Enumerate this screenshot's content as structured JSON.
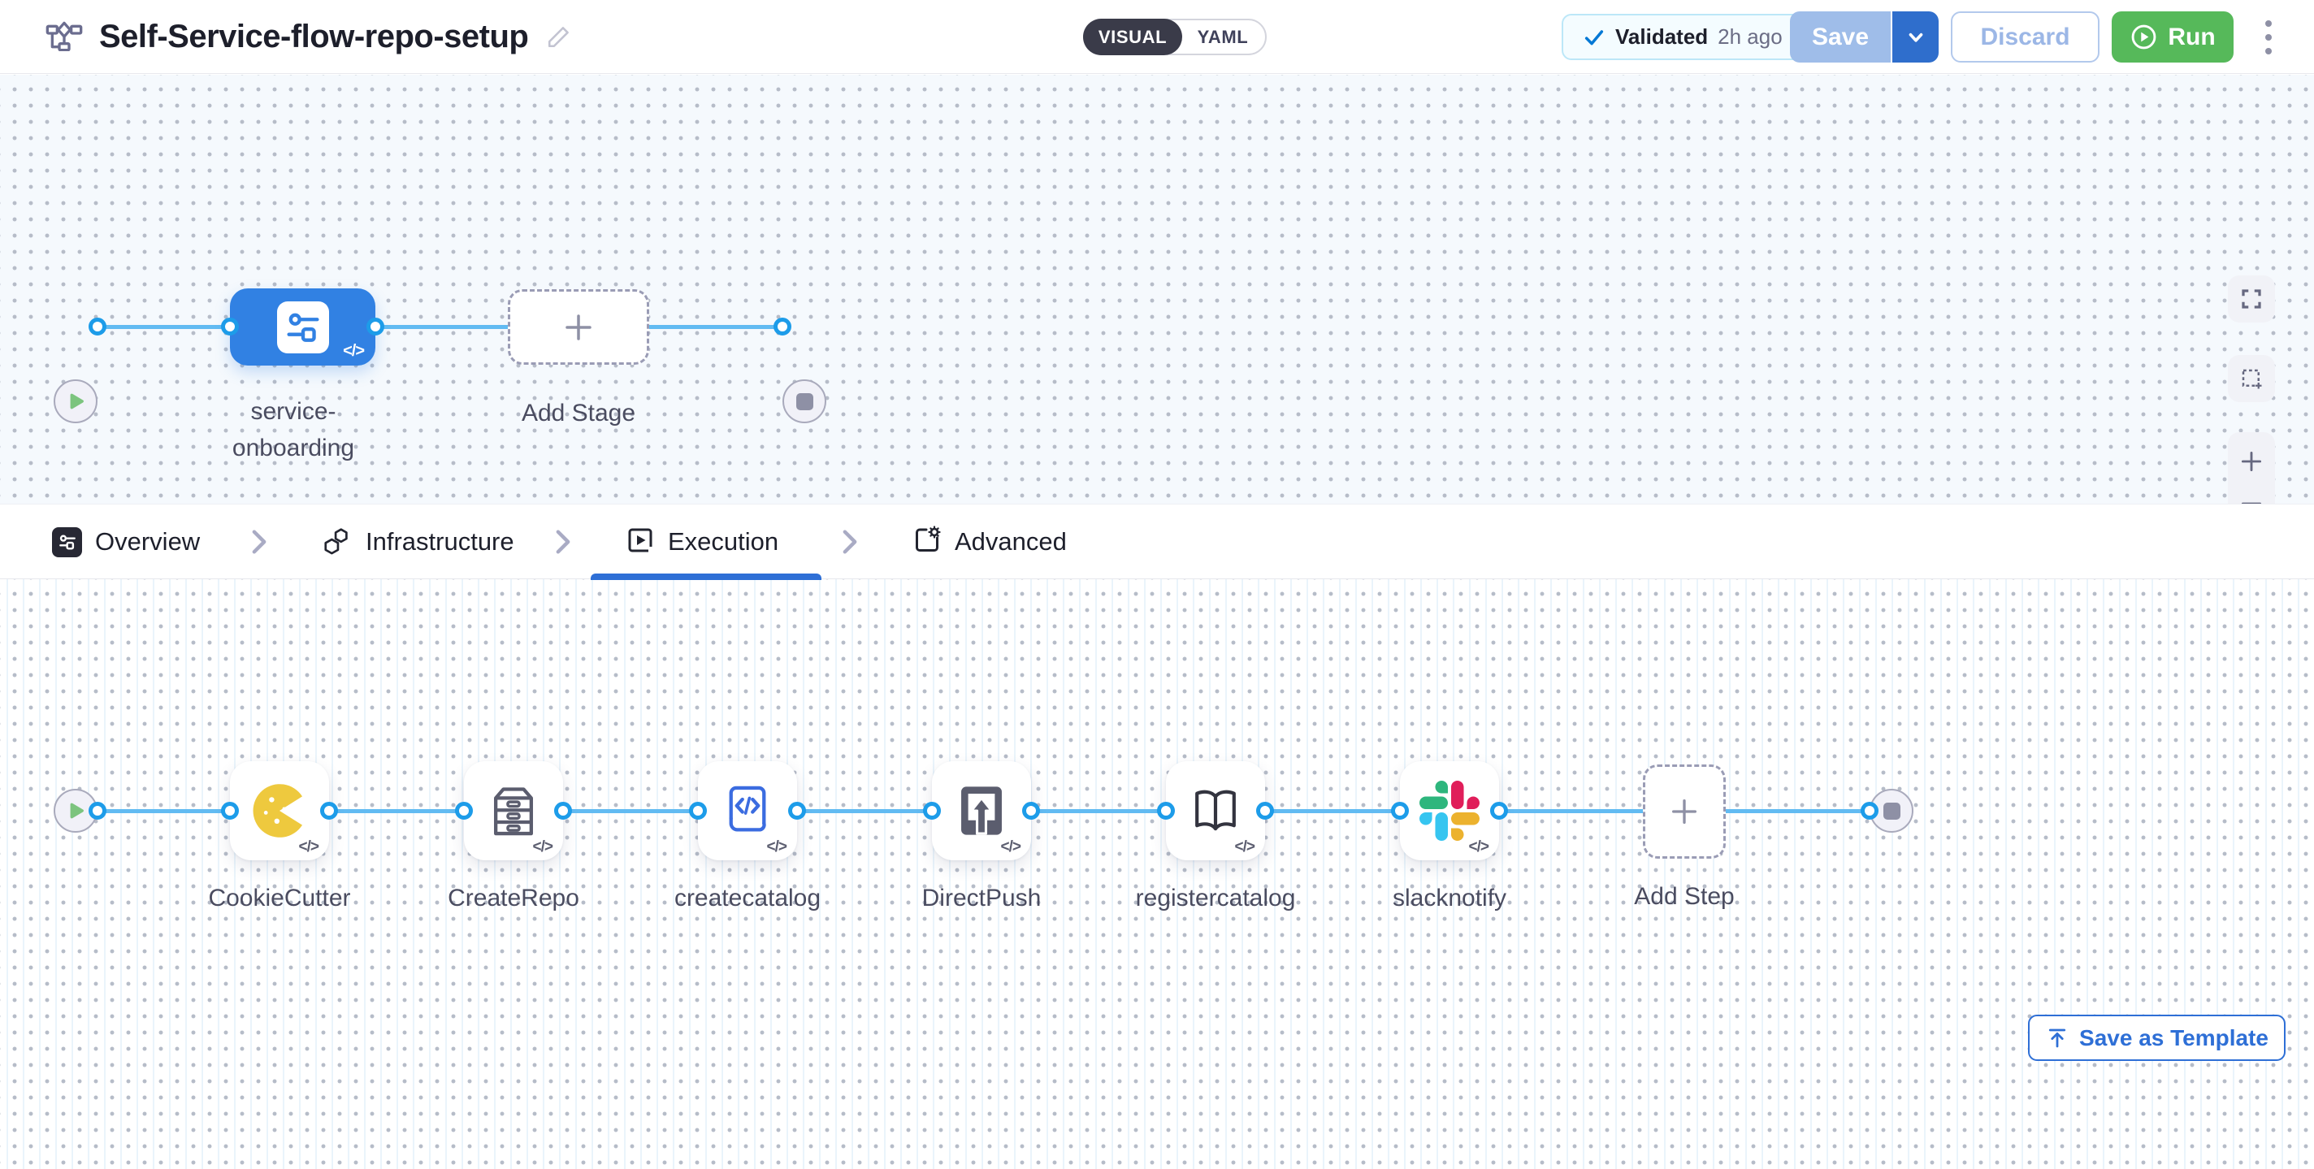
{
  "header": {
    "title": "Self-Service-flow-repo-setup",
    "view_toggle": {
      "visual_label": "VISUAL",
      "yaml_label": "YAML",
      "selected": "VISUAL"
    },
    "validation_badge": {
      "status": "Validated",
      "time": "2h ago"
    },
    "save_label": "Save",
    "discard_label": "Discard",
    "run_label": "Run"
  },
  "stage_canvas": {
    "stage_name_line1": "service-",
    "stage_name_line2": "onboarding",
    "add_stage_label": "Add Stage",
    "code_badge": "</>"
  },
  "tab_bar": {
    "tabs": [
      {
        "label": "Overview"
      },
      {
        "label": "Infrastructure"
      },
      {
        "label": "Execution"
      },
      {
        "label": "Advanced"
      }
    ],
    "active_tab": "Execution",
    "save_as_template_label": "Save as Template"
  },
  "execution_canvas": {
    "steps": [
      {
        "name": "CookieCutter"
      },
      {
        "name": "CreateRepo"
      },
      {
        "name": "createcatalog"
      },
      {
        "name": "DirectPush"
      },
      {
        "name": "registercatalog"
      },
      {
        "name": "slacknotify"
      }
    ],
    "add_step_label": "Add Step",
    "code_badge": "</>"
  },
  "colors": {
    "primary_blue": "#2e6fd6",
    "stage_blue": "#3181e3",
    "flow_line_blue": "#62bbf2",
    "port_ring_blue": "#1d9ce9",
    "run_green": "#56b95a",
    "save_disabled_blue": "#9fbde9",
    "validated_check_blue": "#0278d5",
    "canvas_tint": "#f5f9fd",
    "slack_blue": "#36C5F0",
    "slack_green": "#2EB67D",
    "slack_red": "#E01E5A",
    "slack_yellow": "#ECB22E",
    "cookiecutter_yellow": "#eec93e"
  }
}
